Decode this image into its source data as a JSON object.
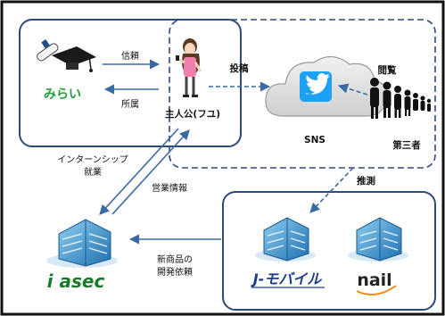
{
  "nodes": {
    "mirai": {
      "name": "みらい"
    },
    "protagonist": {
      "name": "主人公(フユ)"
    },
    "sns": {
      "name": "SNS"
    },
    "third_party": {
      "name": "第三者"
    },
    "iasec": {
      "name": "i asec"
    },
    "mobile": {
      "name": "J-モバイル"
    },
    "nail": {
      "name": "nail"
    }
  },
  "edges": {
    "trust": "信頼",
    "belong": "所属",
    "post": "投稿",
    "view": "閲覧",
    "internship_line1": "インターンシップ",
    "internship_line2": "就業",
    "sales_info": "営業情報",
    "infer": "推測",
    "dev_request_line1": "新商品の",
    "dev_request_line2": "開発依頼"
  },
  "colors": {
    "box_border": "#2e4a7a",
    "arrow": "#3a6aa6",
    "twitter": "#1da1f2",
    "mirai_green": "#21a038"
  }
}
